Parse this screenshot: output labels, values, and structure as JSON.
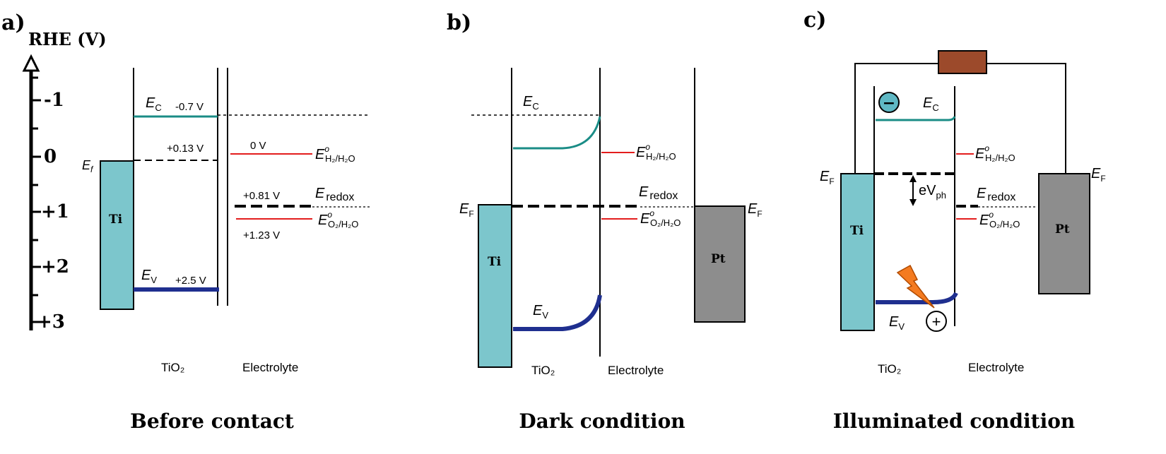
{
  "panels": {
    "a": {
      "label": "a)",
      "axis_title": "RHE (V)",
      "ticks": [
        "-1",
        "0",
        "+1",
        "+2",
        "+3"
      ],
      "metal": "Ti",
      "metal_level": "E",
      "metal_level_sub": "f",
      "ec": "E",
      "ec_sub": "C",
      "ev": "E",
      "ev_sub": "V",
      "ec_value": "-0.7 V",
      "ev_value": "+2.5 V",
      "fermi_value": "+0.13 V",
      "h2_value": "0 V",
      "redox_value": "+0.81 V",
      "o2_value": "+1.23 V",
      "redox_label": "E",
      "redox_sub": "redox",
      "h2_label": "E",
      "h2_sup": "o",
      "h2_sub": "H₂/H₂O",
      "o2_label": "E",
      "o2_sup": "o",
      "o2_sub": "O₂/H₂O",
      "semiconductor": "TiO₂",
      "electrolyte": "Electrolyte",
      "caption": "Before contact"
    },
    "b": {
      "label": "b)",
      "metal": "Ti",
      "counter": "Pt",
      "ec": "E",
      "ec_sub": "C",
      "ev": "E",
      "ev_sub": "V",
      "ef_left": "E",
      "ef_left_sub": "F",
      "ef_right": "E",
      "ef_right_sub": "F",
      "redox_label": "E",
      "redox_sub": "redox",
      "h2_label": "E",
      "h2_sup": "o",
      "h2_sub": "H₂/H₂O",
      "o2_label": "E",
      "o2_sup": "o",
      "o2_sub": "O₂/H₂O",
      "semiconductor": "TiO₂",
      "electrolyte": "Electrolyte",
      "caption": "Dark condition"
    },
    "c": {
      "label": "c)",
      "metal": "Ti",
      "counter": "Pt",
      "ec": "E",
      "ec_sub": "C",
      "ev": "E",
      "ev_sub": "V",
      "ef_left": "E",
      "ef_left_sub": "F",
      "ef_right": "E",
      "ef_right_sub": "F",
      "photovoltage": "eV",
      "photovoltage_sub": "ph",
      "electron_symbol": "−",
      "hole_symbol": "+",
      "redox_label": "E",
      "redox_sub": "redox",
      "h2_label": "E",
      "h2_sup": "o",
      "h2_sub": "H₂/H₂O",
      "o2_label": "E",
      "o2_sup": "o",
      "o2_sub": "O₂/H₂O",
      "semiconductor": "TiO₂",
      "electrolyte": "Electrolyte",
      "caption": "Illuminated condition"
    }
  },
  "colors": {
    "teal": "#1a8c86",
    "navy": "#1f2f8f",
    "red": "#e31d1d",
    "metal_fill": "#7cc6cc",
    "pt_fill": "#8d8d8d",
    "resistor": "#9c4a2b",
    "bolt": "#f47b20"
  }
}
